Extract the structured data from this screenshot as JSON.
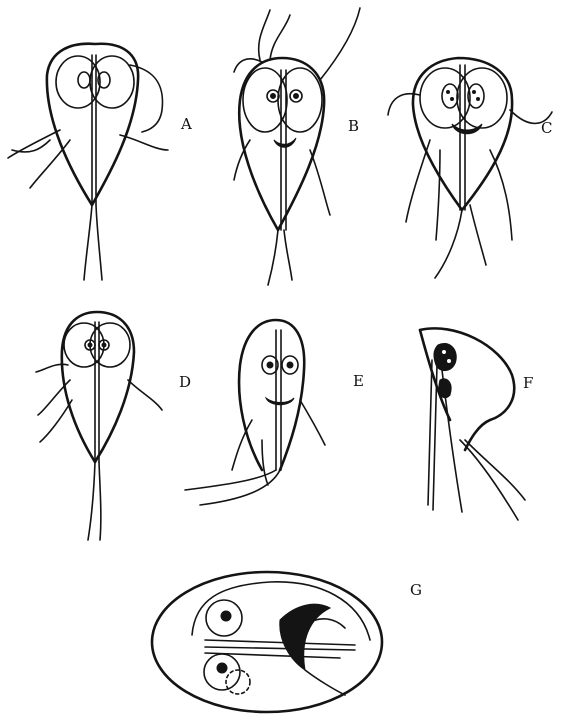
{
  "figure": {
    "panels": [
      {
        "id": "A",
        "label": "A"
      },
      {
        "id": "B",
        "label": "B"
      },
      {
        "id": "C",
        "label": "C"
      },
      {
        "id": "D",
        "label": "D"
      },
      {
        "id": "E",
        "label": "E"
      },
      {
        "id": "F",
        "label": "F"
      },
      {
        "id": "G",
        "label": "G"
      }
    ],
    "colors": {
      "ink": "#141414",
      "background": "#ffffff"
    }
  }
}
